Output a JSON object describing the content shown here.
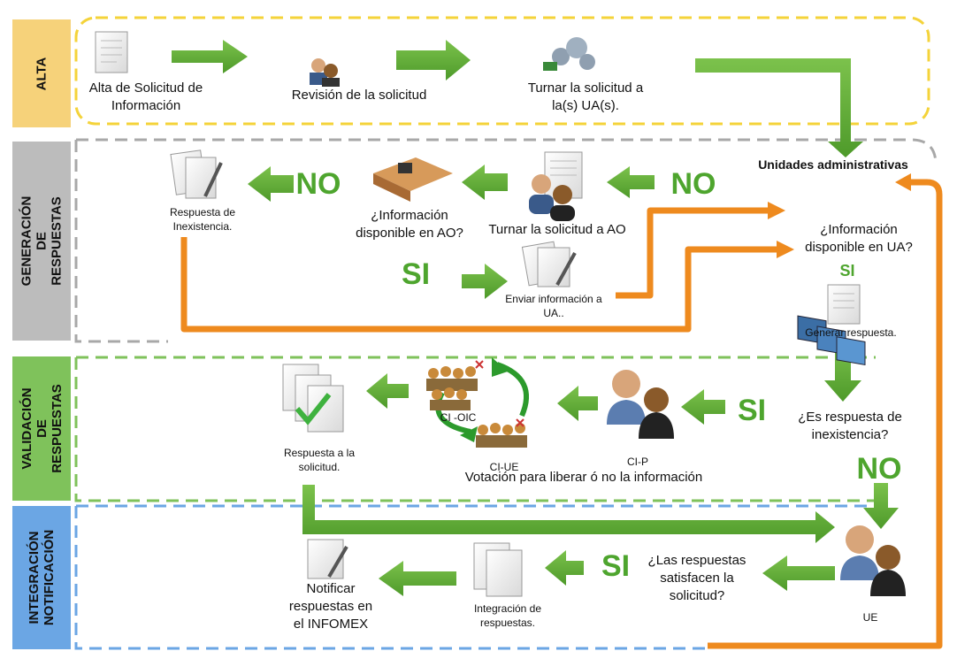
{
  "lanes": {
    "alta": "ALTA",
    "generacion": "GENERACIÓN DE RESPUESTAS",
    "validacion": "VALIDACIÓN DE RESPUESTAS",
    "integracion": "INTEGRACIÓN NOTIFICACIÓN"
  },
  "alta": {
    "step1": "Alta de Solicitud de Información",
    "step2": "Revisión de la solicitud",
    "step3": "Turnar la solicitud a la(s) UA(s)."
  },
  "generacion": {
    "unidades_title": "Unidades administrativas",
    "q_ua": "¿Información disponible en UA?",
    "si_ua": "SI",
    "no_ua": "NO",
    "turnar_ao": "Turnar la solicitud a AO",
    "q_ao": "¿Información disponible en AO?",
    "no_ao": "NO",
    "si_ao": "SI",
    "inexistencia": "Respuesta de Inexistencia.",
    "enviar": "Enviar información a UA..",
    "generar": "Generar respuesta."
  },
  "validacion": {
    "q_inex": "¿Es respuesta de inexistencia?",
    "si": "SI",
    "no": "NO",
    "cip": "CI-P",
    "ci_oic": "CI -OIC",
    "ci_ue": "CI-UE",
    "votacion": "Votación  para liberar  ó no la información",
    "respuesta": "Respuesta a la solicitud."
  },
  "integracion": {
    "ue": "UE",
    "q_satisfacen": "¿Las respuestas satisfacen la solicitud?",
    "si": "SI",
    "integracion_resp": "Integración de respuestas.",
    "notificar": "Notificar respuestas en el INFOMEX"
  },
  "colors": {
    "green": "#5aa832",
    "orange": "#ee8a1e",
    "alta_lane": "#f6d27a",
    "gray_lane": "#bcbcbc",
    "yellow_dash": "#f4d33a",
    "gray_dash": "#a8a8a8",
    "green_dash": "#7fc25b",
    "blue_dash": "#6ba6e4"
  }
}
